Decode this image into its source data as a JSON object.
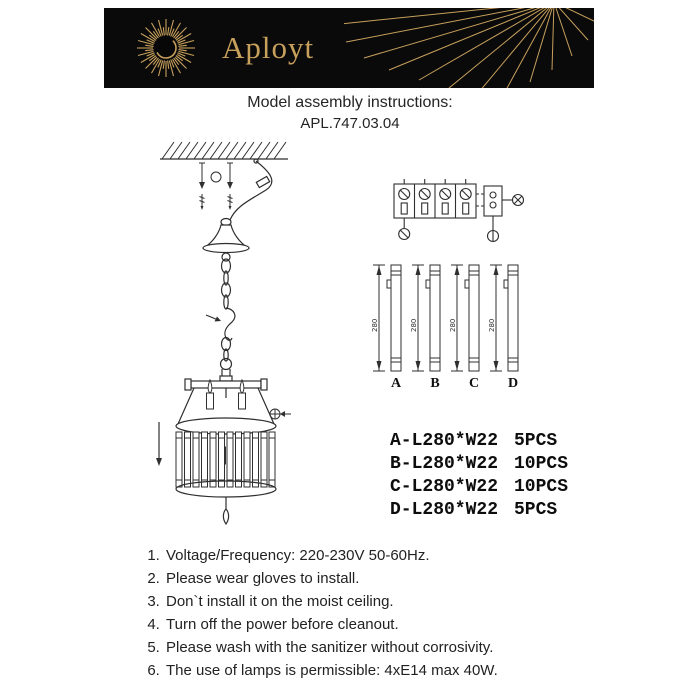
{
  "header": {
    "brand": "Aployt"
  },
  "title": {
    "heading": "Model assembly instructions:",
    "model": "APL.747.03.04"
  },
  "diagrams": {
    "bar_dimension": "280",
    "bar_labels": [
      "A",
      "B",
      "C",
      "D"
    ]
  },
  "parts": [
    {
      "code": "A-L280*W22",
      "qty": "5PCS"
    },
    {
      "code": "B-L280*W22",
      "qty": "10PCS"
    },
    {
      "code": "C-L280*W22",
      "qty": "10PCS"
    },
    {
      "code": "D-L280*W22",
      "qty": "5PCS"
    }
  ],
  "instructions": [
    "Voltage/Frequency: 220-230V 50-60Hz.",
    "Please wear gloves to install.",
    "Don`t install it on the moist ceiling.",
    "Turn off the power before cleanout.",
    "Please wash with the sanitizer without corrosivity.",
    "The use of lamps is permissible: 4xE14 max 40W."
  ],
  "colors": {
    "banner_bg": "#0a0a0a",
    "brand_gold": "#c7a05c",
    "ink": "#222222"
  }
}
